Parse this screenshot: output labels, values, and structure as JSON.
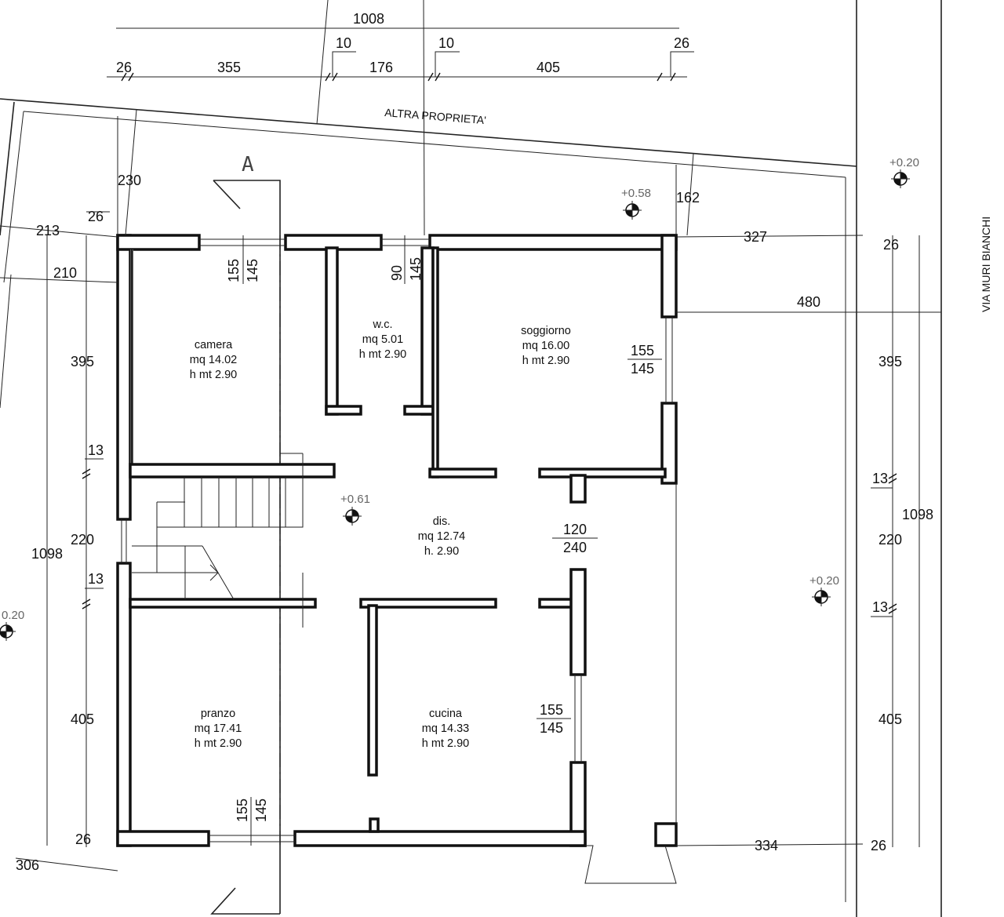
{
  "labels": {
    "neighbor": "ALTRA PROPRIETA'",
    "street": "VIA MURI BIANCHI",
    "section_marker": "A"
  },
  "rooms": [
    {
      "id": "camera",
      "name": "camera",
      "area": "mq 14.02",
      "height": "h mt 2.90"
    },
    {
      "id": "wc",
      "name": "w.c.",
      "area": "mq 5.01",
      "height": "h mt 2.90"
    },
    {
      "id": "soggiorno",
      "name": "soggiorno",
      "area": "mq 16.00",
      "height": "h mt 2.90"
    },
    {
      "id": "dis",
      "name": "dis.",
      "area": "mq 12.74",
      "height": "h. 2.90"
    },
    {
      "id": "pranzo",
      "name": "pranzo",
      "area": "mq 17.41",
      "height": "h mt 2.90"
    },
    {
      "id": "cucina",
      "name": "cucina",
      "area": "mq 14.33",
      "height": "h mt 2.90"
    }
  ],
  "levels": {
    "soggiorno_outside": "+0.58",
    "street_top": "+0.20",
    "street_mid": "+0.20",
    "left_edge": "0.20",
    "interior": "+0.61"
  },
  "dimensions": {
    "top": {
      "overall": "1008",
      "d26a": "26",
      "d355": "355",
      "d10a": "10",
      "d176": "176",
      "d10b": "10",
      "d405": "405",
      "d26b": "26"
    },
    "left": {
      "d230": "230",
      "d213": "213",
      "d26": "26",
      "d210": "210",
      "d395": "395",
      "d13a": "13",
      "d220": "220",
      "d13b": "13",
      "d405": "405",
      "d1098": "1098",
      "d26b": "26",
      "d306": "306"
    },
    "right": {
      "d162": "162",
      "d327": "327",
      "d26a": "26",
      "d480": "480",
      "d395": "395",
      "d13a": "13",
      "d1098": "1098",
      "d220": "220",
      "d13b": "13",
      "d405": "405",
      "d334": "334",
      "d26b": "26"
    },
    "windows": {
      "camera_w": "155",
      "camera_h": "145",
      "wc_w": "90",
      "wc_h": "145",
      "soggiorno_w": "155",
      "soggiorno_h": "145",
      "door_w": "120",
      "door_h": "240",
      "cucina_w": "155",
      "cucina_h": "145",
      "pranzo_w": "155",
      "pranzo_h": "145"
    }
  }
}
